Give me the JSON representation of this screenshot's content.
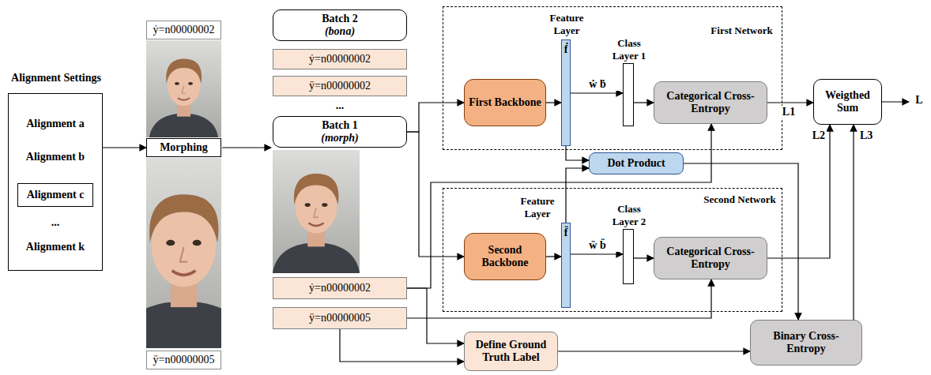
{
  "diagram": {
    "nodes": [
      {
        "text": [
          "Alignment Settings",
          "Alignment a",
          "Alignment b",
          "...",
          "Alignment k"
        ]
      },
      {
        "text": [
          "Alignment c"
        ],
        "in": 0
      },
      {
        "text": [
          "ẏ=n00000002"
        ]
      },
      {
        "text": [
          "Morphing"
        ]
      },
      {
        "text": [
          "ÿ=n00000005"
        ]
      },
      {
        "text": [
          "Batch 2",
          "(bona)"
        ]
      },
      {
        "text": [
          "ẏ=n00000002"
        ]
      },
      {
        "text": [
          "ÿ=n00000002"
        ]
      },
      {
        "text": [
          "Batch 1",
          "(morph)"
        ]
      },
      {
        "text": [
          "ẏ=n00000002"
        ]
      },
      {
        "text": [
          "ÿ=n00000005"
        ]
      },
      {
        "text": [
          "First Network"
        ]
      },
      {
        "text": [
          "First Backbone"
        ],
        "in": 11
      },
      {
        "text": [
          "Feature Layer",
          "ḟ"
        ],
        "in": 11
      },
      {
        "text": [
          "Class Layer 1"
        ],
        "in": 11
      },
      {
        "text": [
          "Categorical Cross- Entropy"
        ],
        "in": 11
      },
      {
        "text": [
          "Weigthed Sum"
        ]
      },
      {
        "text": [
          "Dot Product"
        ]
      },
      {
        "text": [
          "Second Network"
        ]
      },
      {
        "text": [
          "Second Backbone"
        ],
        "in": 18
      },
      {
        "text": [
          "Feature Layer",
          "f̈"
        ],
        "in": 18
      },
      {
        "text": [
          "Class Layer 2"
        ],
        "in": 18
      },
      {
        "text": [
          "Categorical Cross- Entropy"
        ],
        "in": 18
      },
      {
        "text": [
          "Define Ground Truth Label"
        ]
      },
      {
        "text": [
          "Binary Cross- Entropy"
        ]
      }
    ],
    "edges": [
      {
        "from": 0,
        "to": 3,
        "arrow": "to"
      },
      {
        "from": 8,
        "to": 12,
        "arrow": "to"
      },
      {
        "from": 8,
        "to": 19,
        "arrow": "to"
      },
      {
        "from": 9,
        "to": 15,
        "arrow": "to"
      },
      {
        "from": 10,
        "to": 22,
        "arrow": "to"
      },
      {
        "from": 9,
        "to": 23,
        "arrow": "to"
      },
      {
        "from": 10,
        "to": 23,
        "arrow": "to"
      },
      {
        "from": 12,
        "to": 13,
        "arrow": "to"
      },
      {
        "from": 13,
        "to": 14,
        "arrow": "to",
        "label": "ẇ ḃ"
      },
      {
        "from": 14,
        "to": 15,
        "arrow": "to"
      },
      {
        "from": 15,
        "to": 16,
        "arrow": "to",
        "label": "L1"
      },
      {
        "from": 13,
        "to": 17,
        "arrow": "to"
      },
      {
        "from": 19,
        "to": 20,
        "arrow": "to"
      },
      {
        "from": 20,
        "to": 21,
        "arrow": "to",
        "label": "ẅ b̈"
      },
      {
        "from": 21,
        "to": 22,
        "arrow": "to"
      },
      {
        "from": 22,
        "to": 16,
        "arrow": "to",
        "label": "L2"
      },
      {
        "from": 20,
        "to": 17,
        "arrow": "to"
      },
      {
        "from": 17,
        "to": 24,
        "arrow": "to"
      },
      {
        "from": 23,
        "to": 24,
        "arrow": "to"
      },
      {
        "from": 24,
        "to": 16,
        "arrow": "to",
        "label": "L3"
      }
    ],
    "labels": [
      "...",
      "L"
    ]
  }
}
